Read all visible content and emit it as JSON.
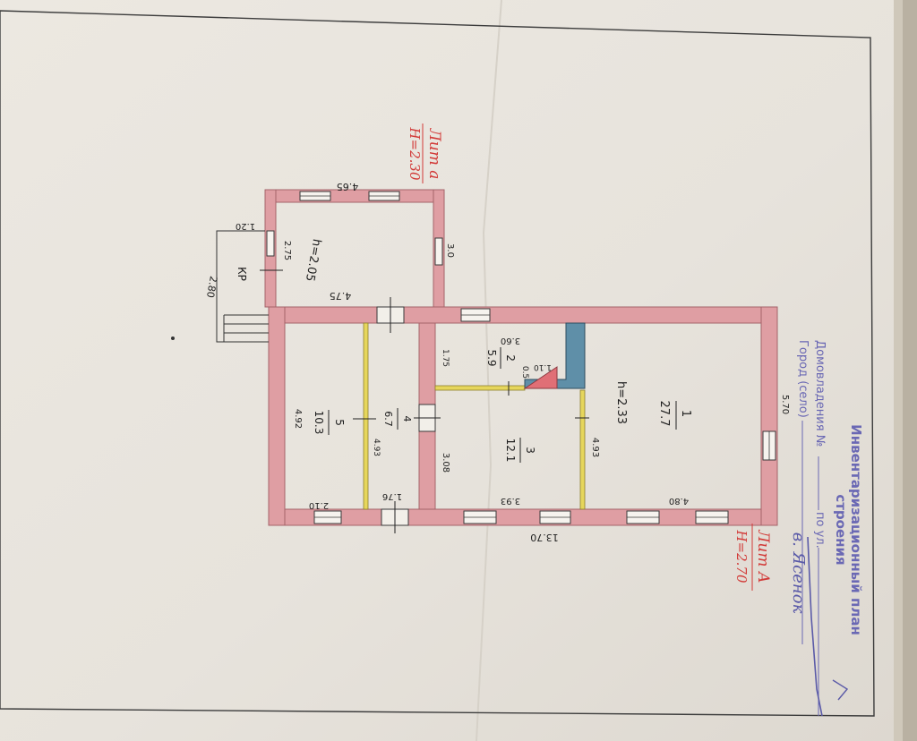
{
  "colors": {
    "background": "#3a3834",
    "paper": "#ebe7e0",
    "wall": "#df9ea3",
    "wall_stroke": "#a4646a",
    "partition": "#e6d65c",
    "chimney": "#5f8fa8",
    "stamp": "#6a68b4",
    "red_ink": "#d23a38",
    "pencil": "#1e1e1e"
  },
  "stamp": {
    "title_line1": "Инвентаризационный план",
    "title_line2": "строения",
    "field_household": "Домовладения №",
    "field_street": "по ул.",
    "field_town": "Город (село)",
    "town_value": "в. Ясенок"
  },
  "lit_a": {
    "label": "Лит А",
    "height": "Н=2.70"
  },
  "lit_a_small": {
    "label": "Лит а",
    "height": "Н=2.30"
  },
  "annex": {
    "dim_top": "4.65",
    "dim_bottom": "4.75",
    "dim_left_inner": "2.75",
    "dim_right": "3.0",
    "ceiling": "h=2.05",
    "porch_label": "КР",
    "porch_width": "1.20",
    "porch_length": "2.80"
  },
  "rooms": [
    {
      "num": "1",
      "area": "27.7",
      "ceiling": "h=2.33"
    },
    {
      "num": "2",
      "area": "5.9"
    },
    {
      "num": "3",
      "area": "12.1"
    },
    {
      "num": "4",
      "area": "6.7"
    },
    {
      "num": "5",
      "area": "10.3"
    }
  ],
  "dims": {
    "overall_length": "13.70",
    "overall_width": "5.70",
    "room1_len": "4.80",
    "room2_len": "3.60",
    "room2_w": "1.75",
    "room3_len": "3.93",
    "room3_w": "3.08",
    "partition_r3": "4.93",
    "partition_r4": "4.93",
    "room4_len": "1.76",
    "room5_len": "2.10",
    "room5_w": "4.92",
    "stove_w": "1.10",
    "stove_d": "0.5"
  }
}
